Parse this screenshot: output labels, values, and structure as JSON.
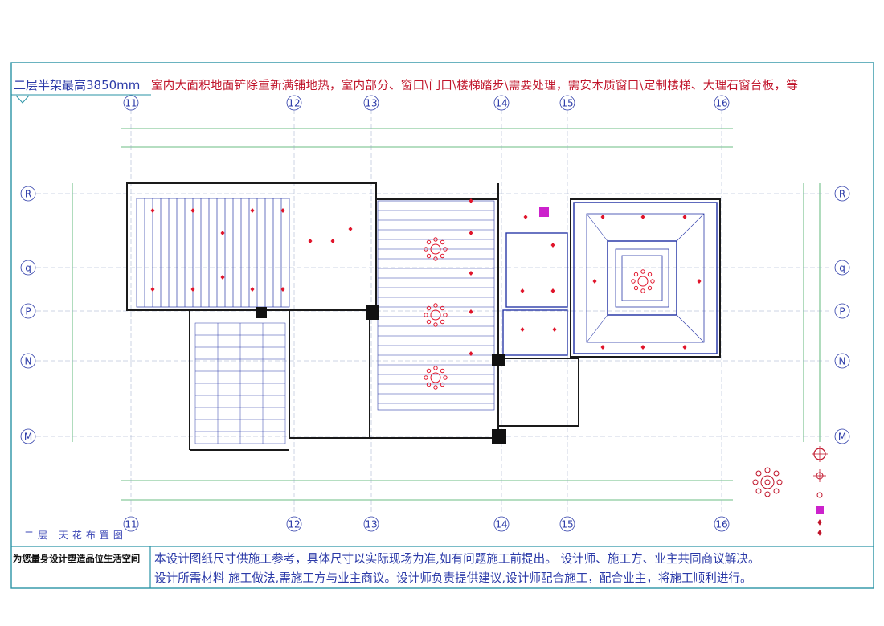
{
  "header": {
    "height_note": "二层半架最高3850mm",
    "renovation_note": "室内大面积地面铲除重新满铺地热，室内部分、窗口\\门口\\楼梯踏步\\需要处理，需安木质窗口\\定制楼梯、大理石窗台板，等"
  },
  "plan": {
    "title": "二层  天花布置图",
    "grid_columns": [
      "11",
      "12",
      "13",
      "14",
      "15",
      "16"
    ],
    "grid_rows": [
      "R",
      "q",
      "P",
      "N",
      "M"
    ]
  },
  "footer": {
    "slogan": "为您量身设计塑造品位生活空间",
    "fine_print": "",
    "note_line1": "本设计图纸尺寸供施工参考，具体尺寸以实际现场为准,如有问题施工前提出。 设计师、施工方、业主共同商议解决。",
    "note_line2": "设计所需材料 施工做法,需施工方与业主商议。设计师负责提供建议,设计师配合施工，配合业主，将施工顺利进行。"
  },
  "legend": [
    {
      "icon": "spotlight-icon",
      "label": ""
    },
    {
      "icon": "downlight-icon",
      "label": ""
    },
    {
      "icon": "ceiling-fan-icon",
      "label": ""
    },
    {
      "icon": "exhaust-fan-icon",
      "label": ""
    },
    {
      "icon": "small-light-icon",
      "label": ""
    }
  ],
  "colors": {
    "frame": "#2a93a6",
    "wall": "#1a1a1a",
    "ceiling_line": "#2b3aa8",
    "dimension": "#3aa65a",
    "light": "#e0142a",
    "exhaust": "#cc22cc"
  }
}
